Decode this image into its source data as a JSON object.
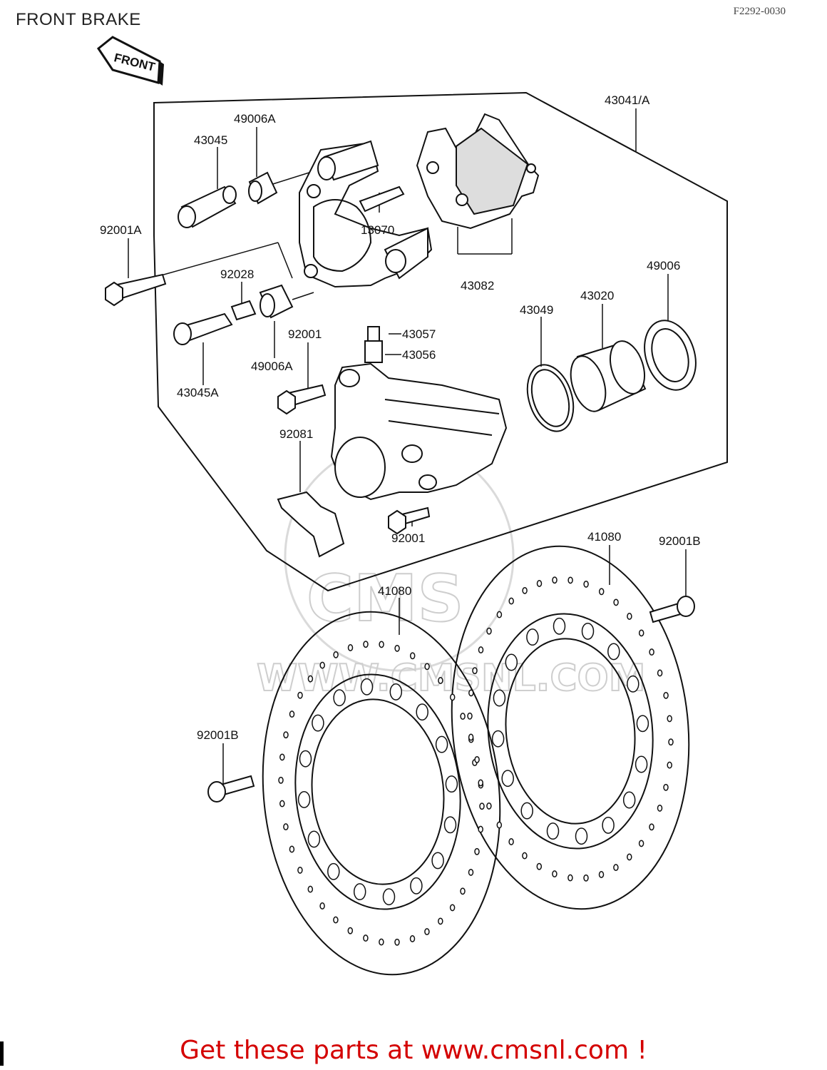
{
  "page": {
    "title": "FRONT BRAKE",
    "reference": "F2292-0030",
    "footer": "Get these parts at www.cmsnl.com !",
    "front_arrow": "FRONT",
    "watermark_url": "WWW.CMSNL.COM"
  },
  "parts": {
    "p43041A": "43041/A",
    "p49006A_top": "49006A",
    "p43045": "43045",
    "p92001A": "92001A",
    "p13070": "13070",
    "p43082": "43082",
    "p92028": "92028",
    "p49006": "49006",
    "p43020": "43020",
    "p43049": "43049",
    "p43057": "43057",
    "p43056": "43056",
    "p92001_top": "92001",
    "p49006A_bot": "49006A",
    "p43045A": "43045A",
    "p92081": "92081",
    "p92001_bot": "92001",
    "p41080_right": "41080",
    "p41080_left": "41080",
    "p92001B_right": "92001B",
    "p92001B_left": "92001B"
  },
  "colors": {
    "line": "#111111",
    "footer": "#d40000",
    "watermark": "#c9c9c9"
  }
}
